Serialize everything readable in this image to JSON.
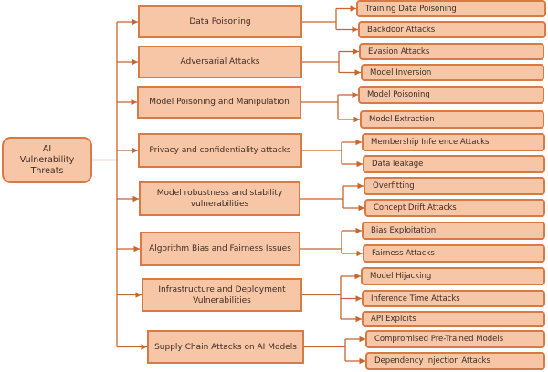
{
  "colors": {
    "fill": "#f7c6a7",
    "stroke": "#d77a45",
    "line": "#c9652e",
    "text": "#3d2b22"
  },
  "root": {
    "label": "AI Vulnerability Threats"
  },
  "categories": [
    {
      "label": "Data Poisoning",
      "children": [
        "Training Data Poisoning",
        "Backdoor Attacks"
      ]
    },
    {
      "label": "Adversarial Attacks",
      "children": [
        "Evasion Attacks",
        "Model Inversion"
      ]
    },
    {
      "label": "Model Poisoning and Manipulation",
      "children": [
        "Model Poisoning",
        "Model Extraction"
      ]
    },
    {
      "label": "Privacy and confidentiality attacks",
      "children": [
        "Membership Inference Attacks",
        "Data leakage"
      ]
    },
    {
      "label": "Model robustness and stability vulnerabilities",
      "children": [
        "Overfitting",
        "Concept Drift Attacks"
      ]
    },
    {
      "label": "Algorithm Bias and Fairness Issues",
      "children": [
        "Bias Exploitation",
        "Fairness Attacks"
      ]
    },
    {
      "label": "Infrastructure and Deployment Vulnerabilities",
      "children": [
        "Model Hijacking",
        "Inference Time Attacks",
        "API Exploits"
      ]
    },
    {
      "label": "Supply Chain Attacks on AI Models",
      "children": [
        "Compromised Pre-Trained Models",
        "Dependency Injection Attacks"
      ]
    }
  ]
}
